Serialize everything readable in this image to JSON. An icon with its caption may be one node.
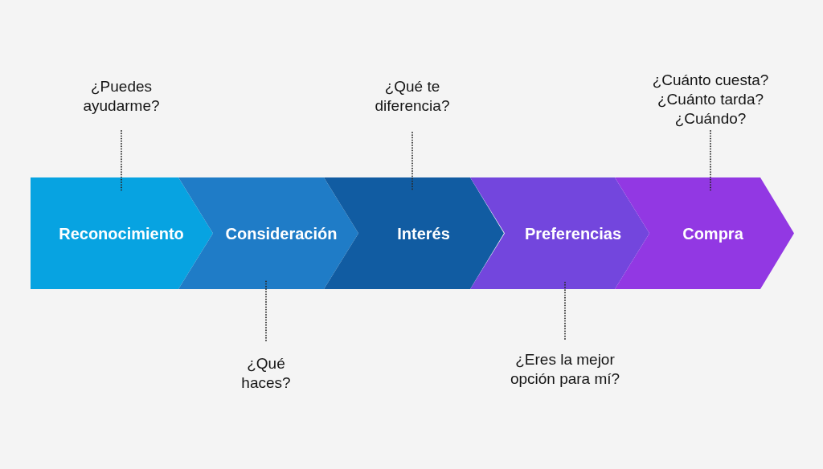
{
  "diagram": {
    "nodes": [
      {
        "text": [
          "Reconocimiento"
        ]
      },
      {
        "text": [
          "Consideración"
        ]
      },
      {
        "text": [
          "Interés"
        ]
      },
      {
        "text": [
          "Preferencias"
        ]
      },
      {
        "text": [
          "Compra"
        ]
      },
      {
        "text": [
          "¿Puedes ayudarme?"
        ]
      },
      {
        "text": [
          "¿Qué haces?"
        ]
      },
      {
        "text": [
          "¿Qué te diferencia?"
        ]
      },
      {
        "text": [
          "¿Eres la mejor opción para mí?"
        ]
      },
      {
        "text": [
          "¿Cuánto cuesta? ¿Cuánto tarda? ¿Cuándo?"
        ]
      }
    ],
    "edges": [
      {
        "from": 5,
        "to": 0,
        "arrow": "none",
        "style": "dashed"
      },
      {
        "from": 6,
        "to": 1,
        "arrow": "none",
        "style": "dashed"
      },
      {
        "from": 7,
        "to": 2,
        "arrow": "none",
        "style": "dashed"
      },
      {
        "from": 8,
        "to": 3,
        "arrow": "none",
        "style": "dashed"
      },
      {
        "from": 9,
        "to": 4,
        "arrow": "none",
        "style": "dashed"
      }
    ]
  }
}
